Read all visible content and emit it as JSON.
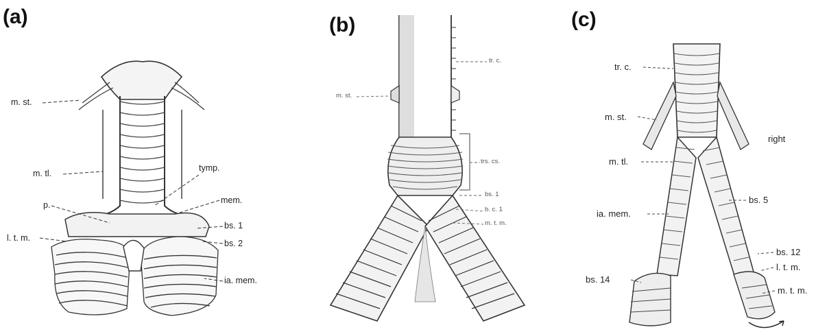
{
  "figure": {
    "panels": [
      {
        "letter": "(a)",
        "labels": {
          "m_st": "m. st.",
          "m_tl": "m. tl.",
          "tymp": "tymp.",
          "p": "p.",
          "mem": "mem.",
          "bs1": "bs. 1",
          "ltm": "l. t. m.",
          "bs2": "bs. 2",
          "ia_mem": "ia. mem."
        }
      },
      {
        "letter": "(b)",
        "labels": {
          "tr_c": "tr. c.",
          "m_st": "m. st.",
          "trs_cs": "trs. cs.",
          "bs1": "bs. 1",
          "bc1": "b. c. 1",
          "mtm": "m. t. m."
        }
      },
      {
        "letter": "(c)",
        "labels": {
          "tr_c": "tr. c.",
          "m_st": "m. st.",
          "right": "right",
          "m_tl": "m. tl.",
          "bs5": "bs. 5",
          "ia_mem": "ia. mem.",
          "bs12": "bs. 12",
          "ltm": "l. t. m.",
          "bs14": "bs. 14",
          "mtm": "m. t. m."
        }
      }
    ]
  }
}
